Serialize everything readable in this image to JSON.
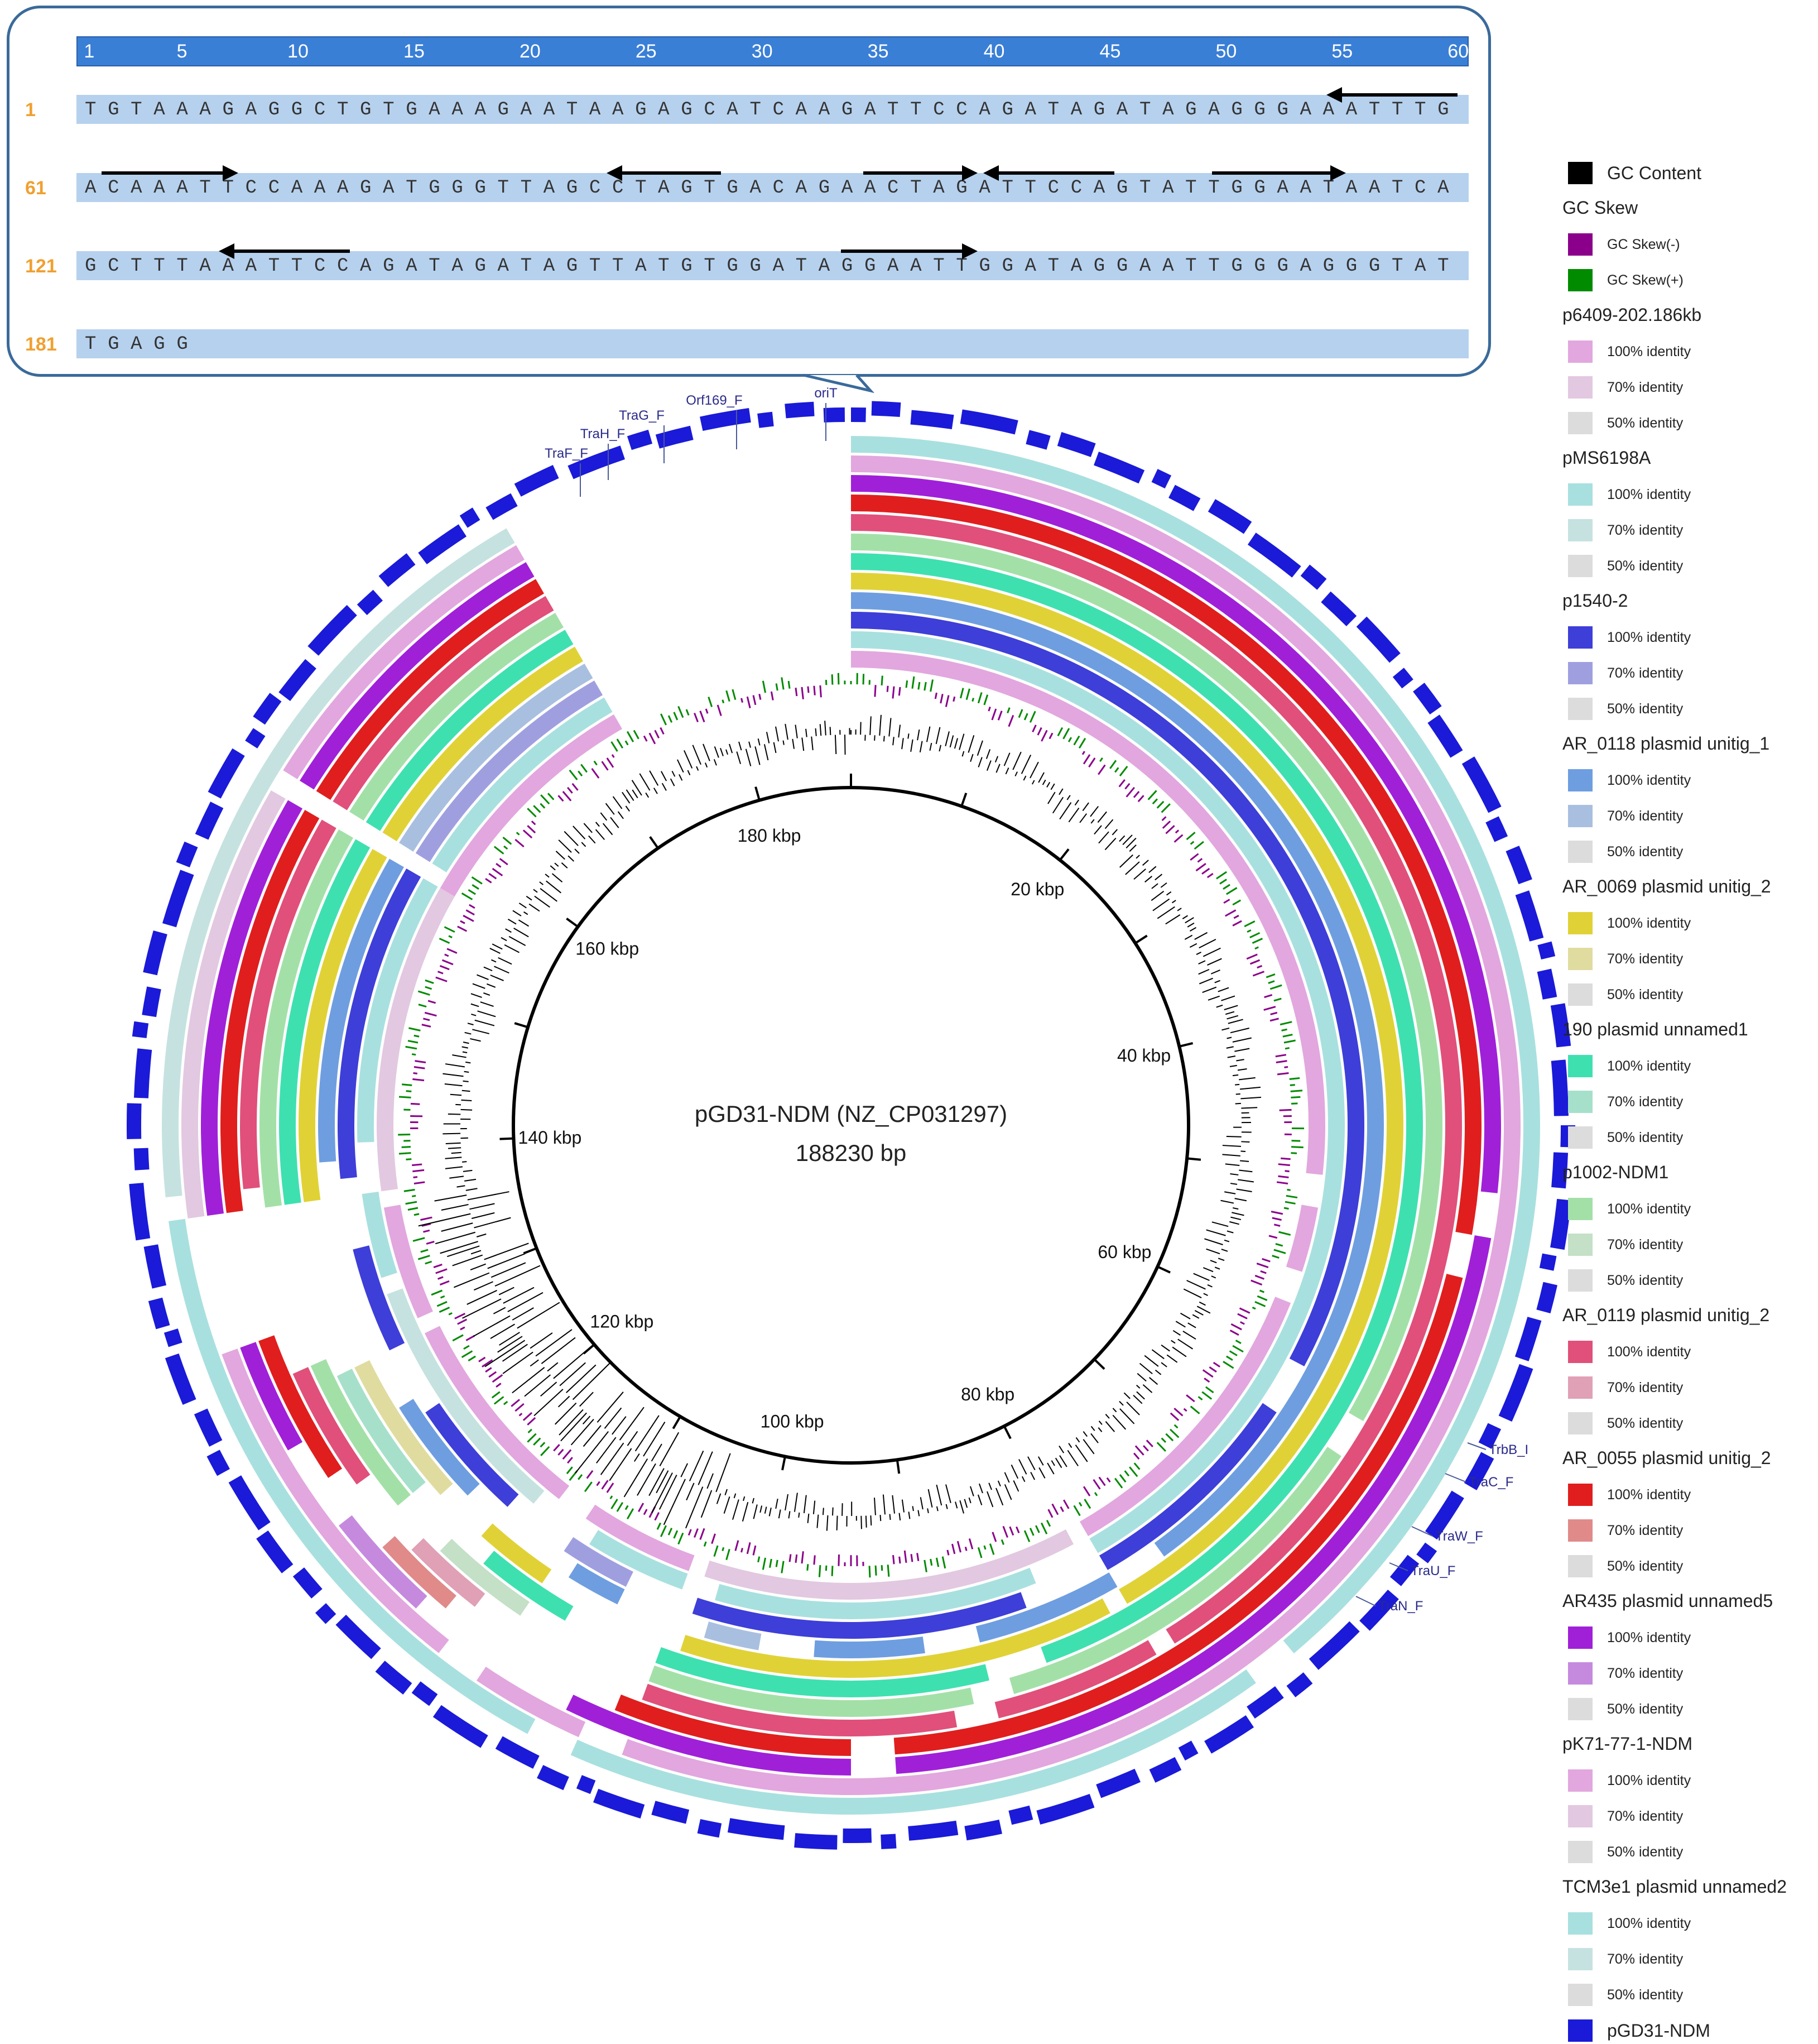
{
  "sequence_panel": {
    "ruler_ticks": [
      "1",
      "5",
      "10",
      "15",
      "20",
      "25",
      "30",
      "35",
      "40",
      "45",
      "50",
      "55",
      "60"
    ],
    "rows": [
      {
        "num": "1",
        "seq": "TGTAAAGAGGCTGTGAAAGAATAAGAGCATCAAGATTCCAGATAGATAGAGGGAAATTTG"
      },
      {
        "num": "61",
        "seq": "ACAAATTCCAAAGATGGGTTAGCCTAGTGACAGAACTAGATTCCAGTATTGGAATAATCA"
      },
      {
        "num": "121",
        "seq": "GCTTTAAATTCCAGATAGATAGTTATGTGGATAGGAATTGGATAGGAATTGGGAGGGTAT"
      },
      {
        "num": "181",
        "seq": "TGAGG"
      }
    ]
  },
  "map": {
    "title": "pGD31-NDM (NZ_CP031297)",
    "length": "188230 bp",
    "scale_labels": [
      "180 kbp",
      "20 kbp",
      "40 kbp",
      "60 kbp",
      "80 kbp",
      "100 kbp",
      "120 kbp",
      "140 kbp",
      "160 kbp"
    ],
    "feature_labels_top": [
      "TraF_F",
      "TraH_F",
      "TraG_F",
      "Orf169_F",
      "oriT"
    ],
    "feature_labels_right": [
      "TrbB_I",
      "TraC_F",
      "TraW_F",
      "TraU_F",
      "TraN_F"
    ]
  },
  "legend": {
    "gc_content": {
      "label": "GC Content",
      "color": "#000000"
    },
    "gc_skew": {
      "title": "GC Skew",
      "items": [
        {
          "label": "GC Skew(-)",
          "color": "#8b008b"
        },
        {
          "label": "GC Skew(+)",
          "color": "#008b00"
        }
      ]
    },
    "rings": [
      {
        "name": "p6409-202.186kb",
        "colors": [
          "#e2a7de",
          "#e2c8e0",
          "#dcdcdc"
        ]
      },
      {
        "name": "pMS6198A",
        "colors": [
          "#a8e0df",
          "#c5e2e0",
          "#dcdcdc"
        ]
      },
      {
        "name": "p1540-2",
        "colors": [
          "#3e3ed8",
          "#9f9fe0",
          "#dcdcdc"
        ]
      },
      {
        "name": "AR_0118 plasmid unitig_1",
        "colors": [
          "#6e9ee0",
          "#a8bfe0",
          "#dcdcdc"
        ]
      },
      {
        "name": "AR_0069 plasmid unitig_2",
        "colors": [
          "#e0d236",
          "#e0dca0",
          "#dcdcdc"
        ]
      },
      {
        "name": "190 plasmid unnamed1",
        "colors": [
          "#3fe0b0",
          "#a6e0cb",
          "#dcdcdc"
        ]
      },
      {
        "name": "p1002-NDM1",
        "colors": [
          "#a3e0a8",
          "#c4e0c6",
          "#dcdcdc"
        ]
      },
      {
        "name": "AR_0119 plasmid unitig_2",
        "colors": [
          "#e0507a",
          "#e0a0b5",
          "#dcdcdc"
        ]
      },
      {
        "name": "AR_0055 plasmid unitig_2",
        "colors": [
          "#e01e1e",
          "#e08a8a",
          "#dcdcdc"
        ]
      },
      {
        "name": "AR435 plasmid unnamed5",
        "colors": [
          "#a020d8",
          "#c58ade",
          "#dcdcdc"
        ]
      },
      {
        "name": "pK71-77-1-NDM",
        "colors": [
          "#e2a7de",
          "#e2c8e0",
          "#dcdcdc"
        ]
      },
      {
        "name": "TCM3e1 plasmid unnamed2",
        "colors": [
          "#a8e0df",
          "#c5e2e0",
          "#dcdcdc"
        ]
      }
    ],
    "identity_labels": [
      "100% identity",
      "70% identity",
      "50% identity"
    ],
    "reference": {
      "label": "pGD31-NDM",
      "color": "#1a1ad8"
    }
  }
}
